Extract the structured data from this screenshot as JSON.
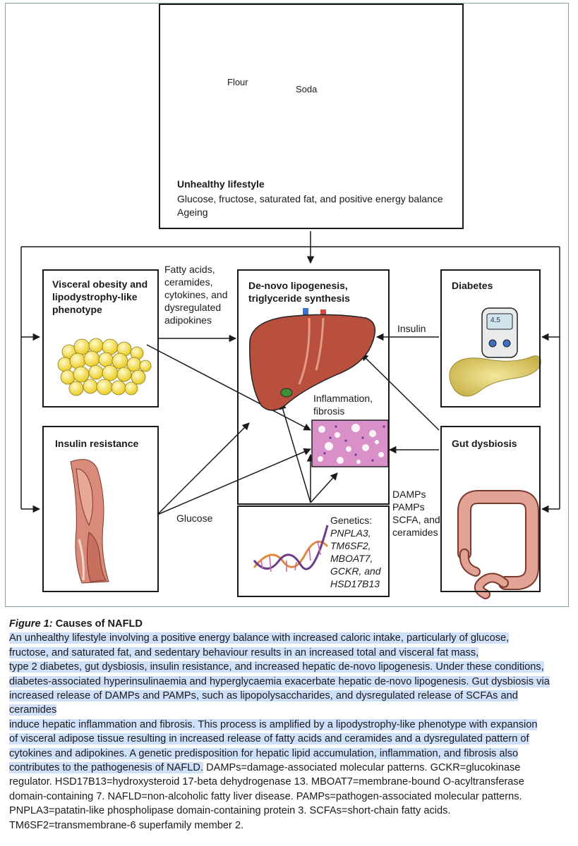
{
  "figure": {
    "lifestyle": {
      "title": "Unhealthy lifestyle",
      "line1": "Glucose, fructose, saturated fat, and positive energy balance",
      "line2": "Ageing",
      "flour_label": "Flour",
      "soda_label": "Soda"
    },
    "visceral": {
      "title_line1": "Visceral obesity and",
      "title_line2": "lipodystrophy-like",
      "title_line3": "phenotype"
    },
    "fatty_acids_label": [
      "Fatty acids,",
      "ceramides,",
      "cytokines, and",
      "dysregulated",
      "adipokines"
    ],
    "liver": {
      "title_line1": "De-novo lipogenesis,",
      "title_line2": "triglyceride synthesis",
      "inflammation_line1": "Inflammation,",
      "inflammation_line2": "fibrosis"
    },
    "diabetes": {
      "title": "Diabetes",
      "meter_reading": "4.5"
    },
    "insulin_label": "Insulin",
    "insulin_resistance": {
      "title": "Insulin resistance"
    },
    "glucose_label": "Glucose",
    "gut": {
      "title": "Gut dysbiosis"
    },
    "damps_label": [
      "DAMPs",
      "PAMPs",
      "SCFA, and",
      "ceramides"
    ],
    "genetics": {
      "title": "Genetics:",
      "genes": [
        "PNPLA3,",
        "TM6SF2,",
        "MBOAT7,",
        "GCKR, and",
        "HSD17B13"
      ]
    }
  },
  "caption": {
    "figure_label": "Figure 1:",
    "title": "Causes of NAFLD",
    "highlighted_lines": [
      "An unhealthy lifestyle involving a positive energy balance with increased caloric intake, particularly of glucose,",
      "fructose, and saturated fat, and sedentary behaviour results in an increased total and visceral fat mass,",
      "type 2 diabetes, gut dysbiosis, insulin resistance, and increased hepatic de-novo lipogenesis. Under these conditions,",
      "diabetes-associated hyperinsulinaemia and hyperglycaemia exacerbate hepatic de-novo lipogenesis. Gut dysbiosis via",
      "increased release of DAMPs and PAMPs, such as lipopolysaccharides, and dysregulated release of SCFAs and ceramides",
      "induce hepatic inflammation and fibrosis. This process is amplified by a lipodystrophy-like phenotype with expansion",
      "of visceral adipose tissue resulting in increased release of fatty acids and ceramides and a dysregulated pattern of",
      "cytokines and adipokines. A genetic predisposition for hepatic lipid accumulation, inflammation, and fibrosis also"
    ],
    "mixed_line_highlight": "contributes to the pathogenesis of NAFLD.",
    "mixed_line_rest": " DAMPs=damage-associated molecular patterns. GCKR=glucokinase",
    "plain_lines": [
      "regulator. HSD17B13=hydroxysteroid 17-beta dehydrogenase 13. MBOAT7=membrane-bound O-acyltransferase",
      "domain-containing 7. NAFLD=non-alcoholic fatty liver disease. PAMPs=pathogen-associated molecular patterns.",
      "PNPLA3=patatin-like phospholipase domain-containing protein 3. SCFAs=short-chain fatty acids.",
      "TM6SF2=transmembrane-6 superfamily member 2."
    ]
  },
  "colors": {
    "highlight": "#cfe0fb",
    "frame": "#7fa99b",
    "liver": "#b9503d",
    "fat": "#f3e25a",
    "histology": "#d98fc8"
  }
}
